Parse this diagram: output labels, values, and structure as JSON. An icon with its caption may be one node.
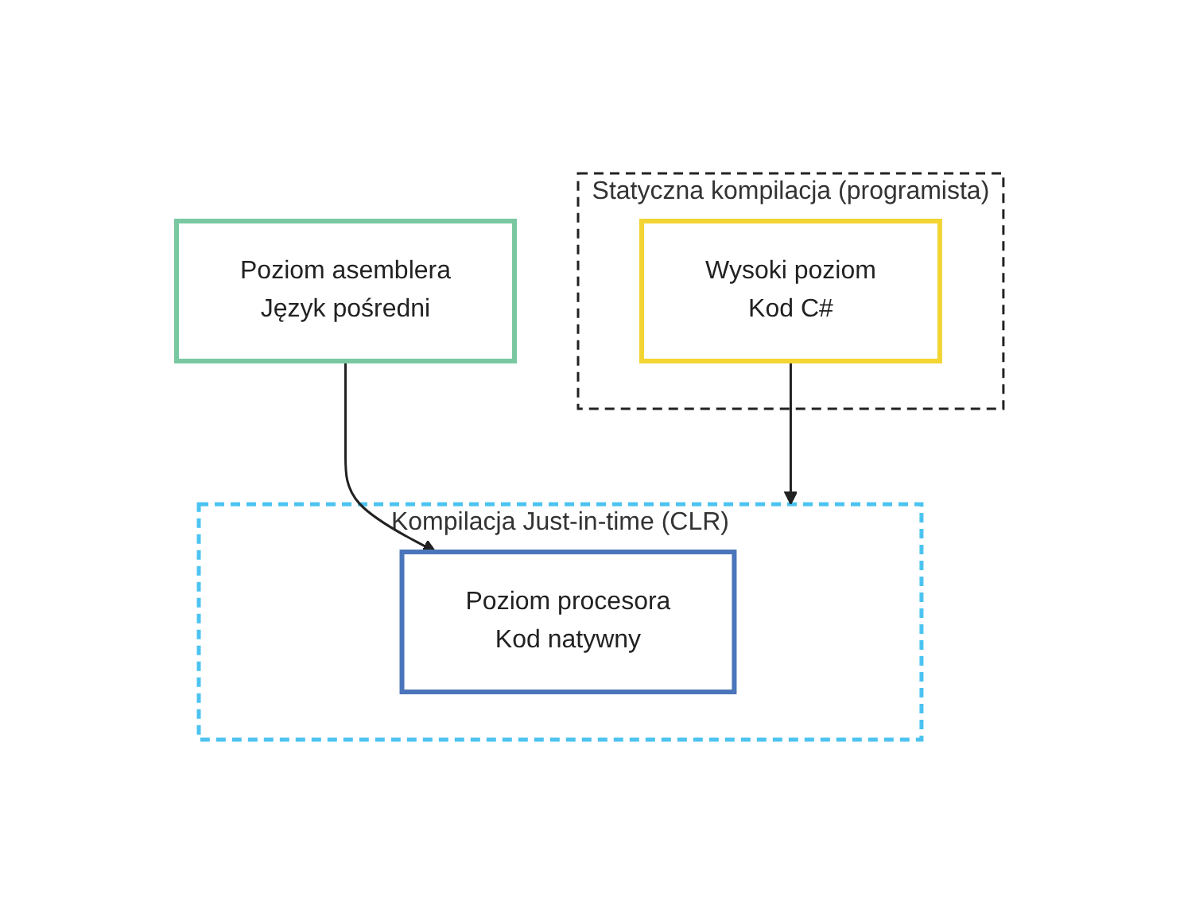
{
  "diagram": {
    "nodes": [
      {
        "text": [
          "Statyczna kompilacja (programista)"
        ]
      },
      {
        "text": [
          "Wysoki poziom",
          "Kod C#"
        ],
        "in": 0
      },
      {
        "text": [
          "Kompilacja Just-in-time (CLR)"
        ]
      },
      {
        "text": [
          "Poziom asemblera",
          "Język pośredni"
        ]
      },
      {
        "text": [
          "Poziom procesora",
          "Kod natywny"
        ],
        "in": 2
      }
    ],
    "edges": [
      {
        "from": 1,
        "to": 2,
        "arrow": "to"
      },
      {
        "from": 3,
        "to": 4,
        "arrow": "to"
      }
    ]
  }
}
